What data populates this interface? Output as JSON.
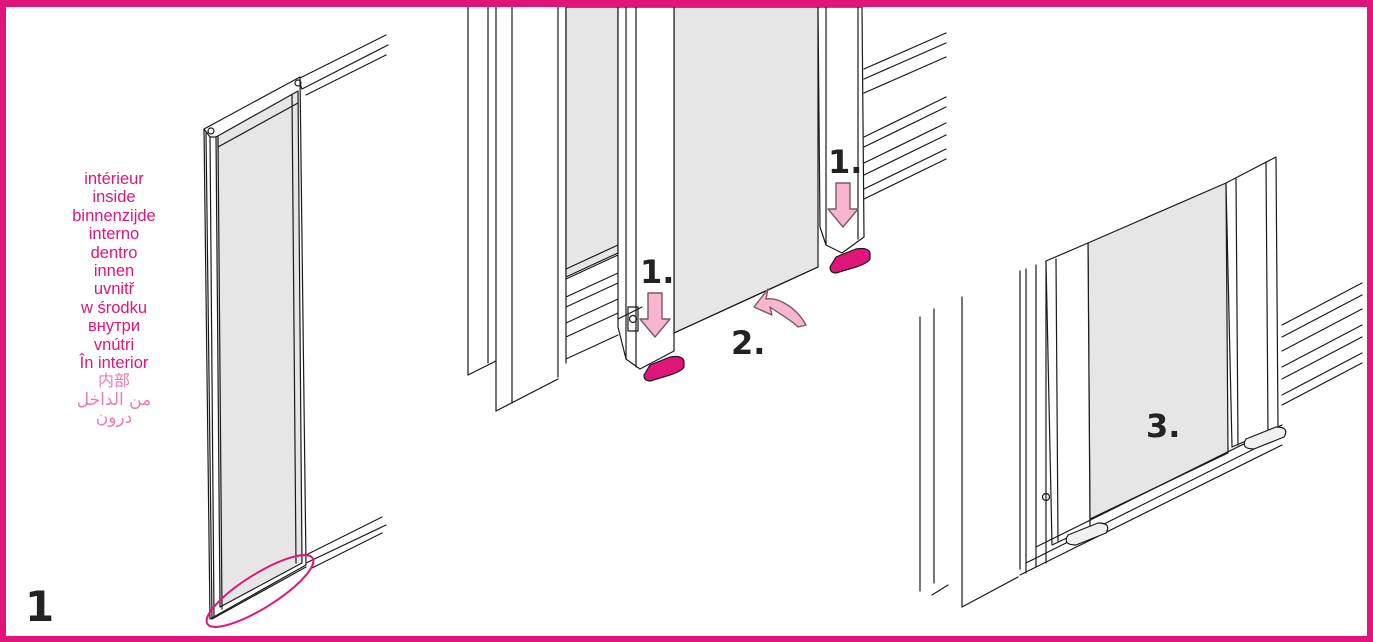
{
  "colors": {
    "accent": "#e0157a",
    "panel_fill": "#e6e6e6",
    "arrow_fill": "#f7b5cf"
  },
  "figure_number": "1",
  "inside_labels": [
    "intérieur",
    "inside",
    "binnenzijde",
    "interno",
    "dentro",
    "innen",
    "uvnitř",
    "w środku",
    "внутри",
    "vnútri",
    "În interior",
    "内部",
    "من الداخل",
    "درون"
  ],
  "steps": {
    "step1": "1.",
    "step2": "2.",
    "step3": "3."
  },
  "icons": [
    "down-arrow-icon",
    "curved-arrow-icon",
    "highlight-ellipse",
    "foot-pad"
  ]
}
